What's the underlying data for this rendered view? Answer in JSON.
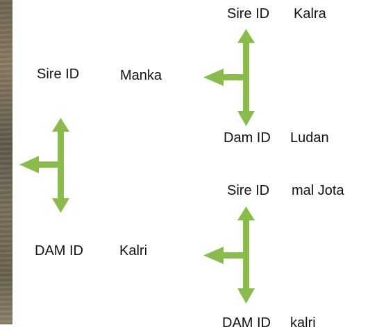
{
  "colors": {
    "arrow": "#8bbb4c",
    "text": "#111111"
  },
  "pedigree": {
    "animal_sire": {
      "key": "Sire ID",
      "value": "Manka"
    },
    "animal_dam": {
      "key": "DAM ID",
      "value": "Kalri"
    },
    "sire_sire": {
      "key": "Sire ID",
      "value": "Kalra"
    },
    "sire_dam": {
      "key": "Dam ID",
      "value": "Ludan"
    },
    "dam_sire": {
      "key": "Sire ID",
      "value": "mal Jota"
    },
    "dam_dam": {
      "key": "DAM ID",
      "value": "kalri"
    }
  }
}
